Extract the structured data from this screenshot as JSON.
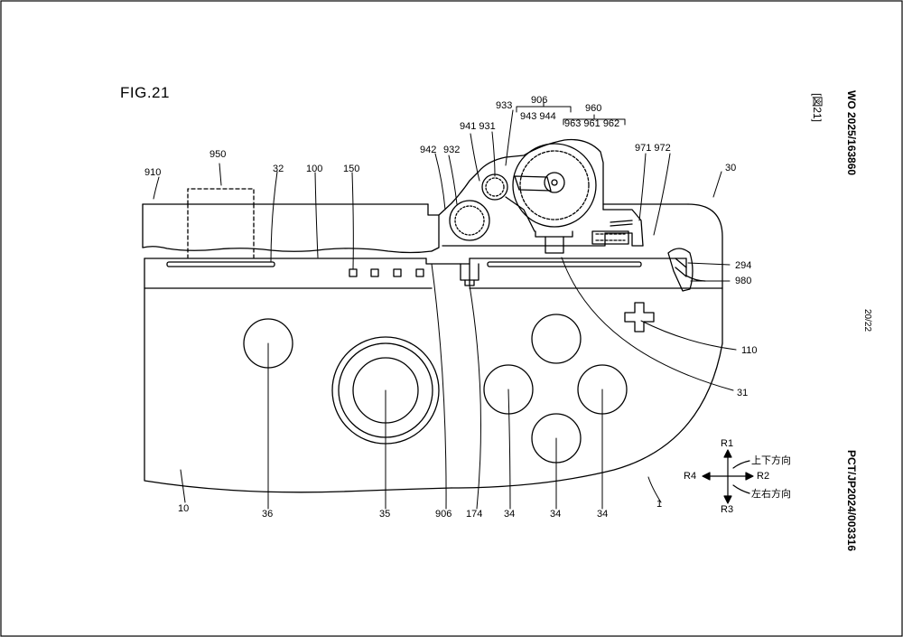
{
  "figure": {
    "title": "FIG.21",
    "side_header_left": "WO 2025/163860",
    "side_header_mid": "[図21]",
    "side_footer": "PCT/JP2024/003316",
    "page_number": "20/22"
  },
  "labels": {
    "l950": "950",
    "l910": "910",
    "l32": "32",
    "l100": "100",
    "l150": "150",
    "l942": "942",
    "l932": "932",
    "l941_931": "941 931",
    "l933": "933",
    "l906top": "906",
    "l943_944": "943 944",
    "l960": "960",
    "l963_961_962": "963 961 962",
    "l971_972": "971 972",
    "l30": "30",
    "l294": "294",
    "l980": "980",
    "l110": "110",
    "l31": "31",
    "l10": "10",
    "l36": "36",
    "l35": "35",
    "l906": "906",
    "l174": "174",
    "l34a": "34",
    "l34b": "34",
    "l34c": "34",
    "l1": "1"
  },
  "direction_legend": {
    "r1": "R1",
    "r2": "R2",
    "r3": "R3",
    "r4": "R4",
    "vertical_label": "上下方向",
    "horizontal_label": "左右方向"
  }
}
